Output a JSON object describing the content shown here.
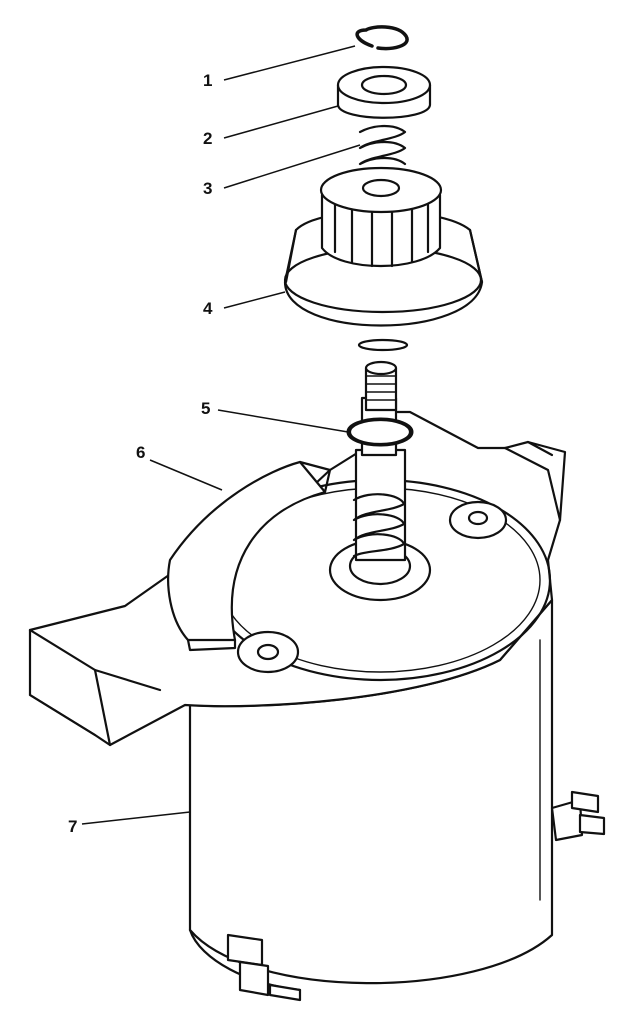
{
  "callouts": [
    {
      "id": "1",
      "part": "retaining-ring"
    },
    {
      "id": "2",
      "part": "retainer-cup"
    },
    {
      "id": "3",
      "part": "spring"
    },
    {
      "id": "4",
      "part": "drive-pinion-assembly"
    },
    {
      "id": "5",
      "part": "spring-washer"
    },
    {
      "id": "6",
      "part": "shield"
    },
    {
      "id": "7",
      "part": "starter-motor"
    }
  ],
  "colors": {
    "ink": "#111111",
    "paper": "#ffffff"
  }
}
